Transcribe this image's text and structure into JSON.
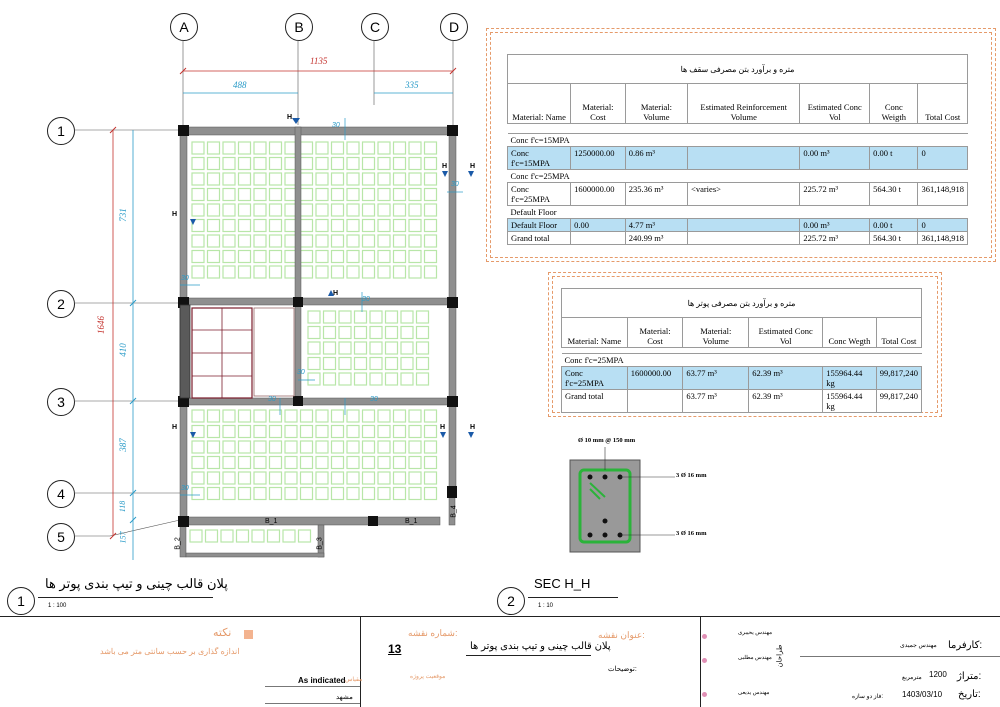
{
  "grid": {
    "cols": [
      "A",
      "B",
      "C",
      "D"
    ],
    "rows": [
      "1",
      "2",
      "3",
      "4",
      "5"
    ],
    "dims_top": {
      "total": "1135",
      "left": "488",
      "right": "335"
    },
    "dims_side": {
      "total": "1646",
      "seg": [
        "731",
        "410",
        "387",
        "118",
        "157"
      ]
    },
    "marks": {
      "h": "H",
      "thirty": "30",
      "b1": "B_1",
      "b2": "B_2",
      "b3": "B_3",
      "b4": "B_4"
    }
  },
  "slab_schedule": {
    "title": "متره و برآورد بتن مصرفی سقف ها",
    "headers": [
      "Material: Name",
      "Material: Cost",
      "Material: Volume",
      "Estimated Reinforcement Volume",
      "Estimated Conc Vol",
      "Conc Weigth",
      "Total Cost"
    ],
    "groups": [
      {
        "label": "Conc f'c=15MPA",
        "row": [
          "Conc f'c=15MPA",
          "1250000.00",
          "0.86 m³",
          "",
          "0.00 m³",
          "0.00 t",
          "0"
        ],
        "hl": true
      },
      {
        "label": "Conc f'c=25MPA",
        "row": [
          "Conc f'c=25MPA",
          "1600000.00",
          "235.36 m³",
          "<varies>",
          "225.72 m³",
          "564.30 t",
          "361,148,918"
        ],
        "hl": false
      },
      {
        "label": "Default Floor",
        "row": [
          "Default Floor",
          "0.00",
          "4.77 m³",
          "",
          "0.00 m³",
          "0.00 t",
          "0"
        ],
        "hl": true
      }
    ],
    "total": [
      "Grand total",
      "",
      "240.99 m³",
      "",
      "225.72 m³",
      "564.30 t",
      "361,148,918"
    ]
  },
  "beam_schedule": {
    "title": "متره و برآورد بتن مصرفی پوتر ها",
    "headers": [
      "Material: Name",
      "Material: Cost",
      "Material: Volume",
      "Estimated Conc Vol",
      "Conc Wegth",
      "Total Cost"
    ],
    "group": "Conc f'c=25MPA",
    "row": [
      "Conc f'c=25MPA",
      "1600000.00",
      "63.77 m³",
      "62.39 m³",
      "155964.44 kg",
      "99,817,240"
    ],
    "total": [
      "Grand total",
      "",
      "63.77 m³",
      "62.39 m³",
      "155964.44 kg",
      "99,817,240"
    ]
  },
  "section": {
    "stirrup": "Ø 10 mm @ 150 mm",
    "top_bars": "3 Ø 16 mm",
    "bottom_bars": "3 Ø 16 mm"
  },
  "views": [
    {
      "num": "1",
      "title": "پلان قالب چینی و تیپ بندی پوتر ها",
      "scale": "1 : 100"
    },
    {
      "num": "2",
      "title": "SEC H_H",
      "scale": "1 : 10"
    }
  ],
  "titleblock": {
    "note_title": "نکته",
    "note_text": "اندازه گذاری بر حسب سانتی متر می باشد",
    "sheet_num_label": "شماره نقشه:",
    "sheet_num": "13",
    "scale_label": "مقیاس",
    "scale_value": "As indicated",
    "location_label": "موقعیت پروژه",
    "location_value": "مشهد",
    "drawing_title_label": "عنوان نقشه:",
    "drawing_title": "پلان قالب چینی و تیپ بندی پوتر ها",
    "desc_label": "توضیحات:",
    "eng1": "مهندس یحیبری",
    "eng2": "مهندس مطلبی",
    "eng3": "مهندس یدیعی",
    "designer_vertical": "طراحان",
    "client_label": "کارفرما:",
    "client_value": "مهندس جمیدی",
    "area_label": "متراژ:",
    "area_value": "1200",
    "area_unit": "مترمربع",
    "date_label": "تاریخ:",
    "date_value": "1403/03/10",
    "phase_label": "فاز دو سازه:"
  },
  "colors": {
    "red": "#c4322d",
    "cyan": "#2a9bc8",
    "beam": "#8f8f8f",
    "panel": "#b8e6a8",
    "highlight": "#b8dff3",
    "orange": "#e59a6a"
  }
}
